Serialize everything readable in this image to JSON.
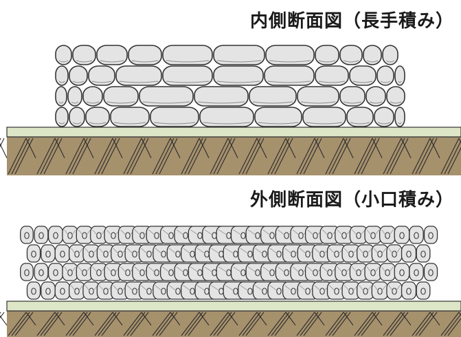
{
  "top_panel": {
    "title": "内側断面図（長手積み）",
    "course_count": 4,
    "bond": "stretcher",
    "colors": {
      "bag_fill": "#e4e4e4",
      "bag_stroke": "#333333",
      "grass": "#dde6c7",
      "soil": "#a6916d"
    }
  },
  "bottom_panel": {
    "title": "外側断面図（小口積み）",
    "course_count": 4,
    "bond": "header",
    "colors": {
      "bag_fill": "#e4e4e4",
      "bag_stroke": "#333333",
      "grass": "#dde6c7",
      "soil": "#a6916d"
    }
  }
}
